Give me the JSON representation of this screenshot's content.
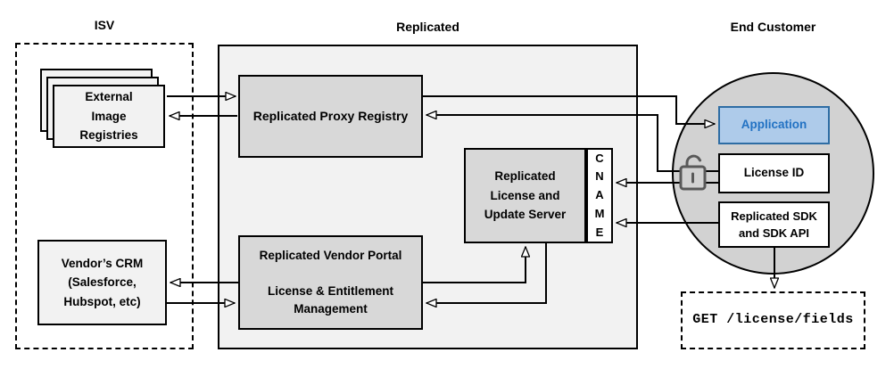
{
  "sections": {
    "isv": {
      "label": "ISV"
    },
    "replicated": {
      "label": "Replicated"
    },
    "end_customer": {
      "label": "End Customer"
    }
  },
  "nodes": {
    "external_image_registries": {
      "label": "External\nImage\nRegistries"
    },
    "vendors_crm": {
      "label": "Vendor’s CRM\n(Salesforce,\nHubspot, etc)"
    },
    "proxy_registry": {
      "label": "Replicated Proxy Registry"
    },
    "license_update_server": {
      "label": "Replicated\nLicense and\nUpdate Server"
    },
    "cname": {
      "label": "C\nN\nA\nM\nE"
    },
    "vendor_portal": {
      "label": "Replicated Vendor Portal\n\nLicense & Entitlement\nManagement"
    },
    "application": {
      "label": "Application"
    },
    "license_id": {
      "label": "License ID"
    },
    "replicated_sdk": {
      "label": "Replicated SDK\nand SDK API"
    },
    "get_license_fields": {
      "label": "GET /license/fields"
    }
  },
  "icons": {
    "open_lock": "open-padlock"
  },
  "colors": {
    "app-fill": "#aecbea",
    "app-border": "#2e6da4",
    "app-text": "#2272c3",
    "box-gray": "#d8d8d8",
    "panel-gray": "#f2f2f2",
    "circle-gray": "#d2d2d2",
    "line": "#000000",
    "lock": "#595959"
  }
}
